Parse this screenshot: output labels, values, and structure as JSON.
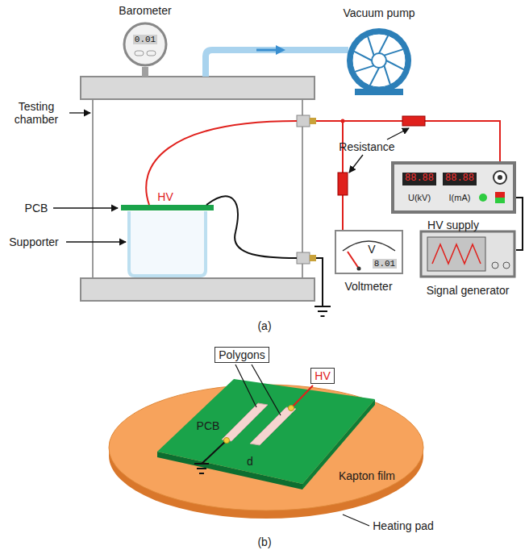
{
  "diagram": {
    "nodes": [
      {
        "text": [
          "Barometer",
          "0.01"
        ]
      },
      {
        "text": [
          "Vacuum pump"
        ]
      },
      {
        "text": [
          "88.88",
          "88.88",
          "U(kV)",
          "I(mA)",
          "HV supply"
        ]
      },
      {
        "text": [
          "V",
          "8.01",
          "Voltmeter"
        ]
      },
      {
        "text": [
          "Signal generator"
        ]
      }
    ],
    "edges": [
      {
        "from": 4,
        "to": 2,
        "arrow": "none"
      }
    ],
    "labels": [
      "Testing chamber",
      "PCB",
      "Supporter",
      "HV",
      "Resistance",
      "(a)",
      "Polygons",
      "PCB",
      "HV",
      "d",
      "Kapton film",
      "Heating pad",
      "(b)"
    ]
  }
}
